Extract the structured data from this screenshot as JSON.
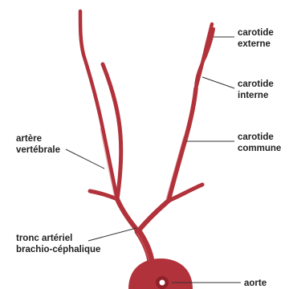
{
  "colors": {
    "vessel": "#b1323a",
    "vessel_dark": "#8e2129",
    "vessel_highlight": "#d56069",
    "label_text": "#222222",
    "leader_line": "#333333",
    "background": "#ffffff"
  },
  "labels": {
    "carotide_externe": {
      "line1": "carotide",
      "line2": "externe"
    },
    "carotide_interne": {
      "line1": "carotide",
      "line2": "interne"
    },
    "carotide_commune": {
      "line1": "carotide",
      "line2": "commune"
    },
    "artere_vertebrale": {
      "line1": "artère",
      "line2": "vertébrale"
    },
    "tronc_brachio": {
      "line1": "tronc artériel",
      "line2": "brachio-céphalique"
    },
    "aorte": {
      "line1": "aorte"
    }
  }
}
